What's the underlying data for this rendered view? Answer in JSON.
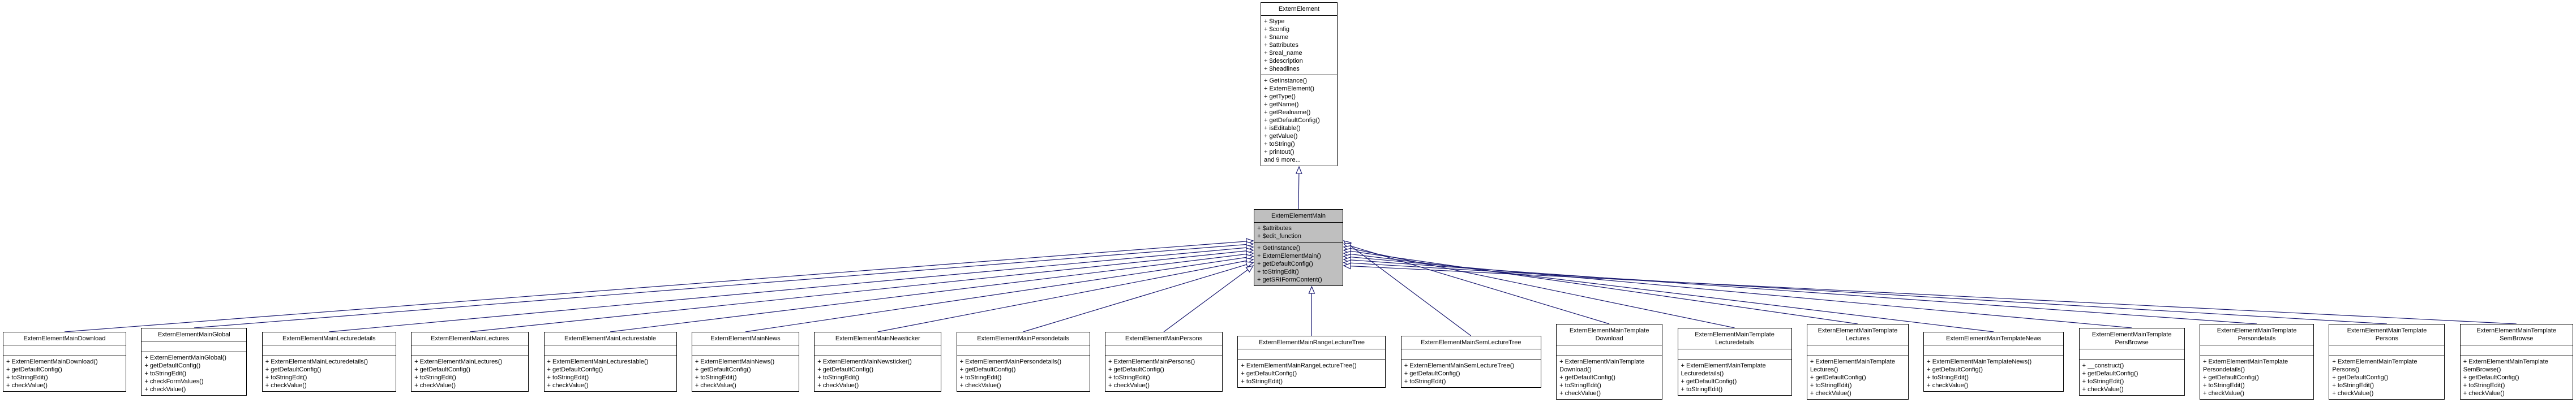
{
  "colors": {
    "edge_color": "#191970",
    "selected_fill": "#bfbfbf",
    "box_border": "#000000",
    "box_fill": "#ffffff"
  },
  "diagram": {
    "root_class": {
      "name": "ExternElement",
      "attributes": [
        "+ $type",
        "+ $config",
        "+ $name",
        "+ $attributes",
        "+ $real_name",
        "+ $description",
        "+ $headlines"
      ],
      "methods": [
        "+ GetInstance()",
        "+ ExternElement()",
        "+ getType()",
        "+ getName()",
        "+ getRealname()",
        "+ getDefaultConfig()",
        "+ isEditable()",
        "+ getValue()",
        "+ toString()",
        "+ printout()",
        "and 9 more..."
      ]
    },
    "main_class": {
      "name": "ExternElementMain",
      "attributes": [
        "+ $attributes",
        "+ $edit_function"
      ],
      "methods": [
        "+ GetInstance()",
        "+ ExternElementMain()",
        "+ getDefaultConfig()",
        "+ toStringEdit()",
        "+ getSRIFormContent()"
      ]
    },
    "subclasses": [
      {
        "name": "ExternElementMainDownload",
        "attributes": [],
        "methods": [
          "+ ExternElementMainDownload()",
          "+ getDefaultConfig()",
          "+ toStringEdit()",
          "+ checkValue()"
        ]
      },
      {
        "name": "ExternElementMainGlobal",
        "attributes": [],
        "methods": [
          "+ ExternElementMainGlobal()",
          "+ getDefaultConfig()",
          "+ toStringEdit()",
          "+ checkFormValues()",
          "+ checkValue()"
        ]
      },
      {
        "name": "ExternElementMainLecturedetails",
        "attributes": [],
        "methods": [
          "+ ExternElementMainLecturedetails()",
          "+ getDefaultConfig()",
          "+ toStringEdit()",
          "+ checkValue()"
        ]
      },
      {
        "name": "ExternElementMainLectures",
        "attributes": [],
        "methods": [
          "+ ExternElementMainLectures()",
          "+ getDefaultConfig()",
          "+ toStringEdit()",
          "+ checkValue()"
        ]
      },
      {
        "name": "ExternElementMainLecturestable",
        "attributes": [],
        "methods": [
          "+ ExternElementMainLecturestable()",
          "+ getDefaultConfig()",
          "+ toStringEdit()",
          "+ checkValue()"
        ]
      },
      {
        "name": "ExternElementMainNews",
        "attributes": [],
        "methods": [
          "+ ExternElementMainNews()",
          "+ getDefaultConfig()",
          "+ toStringEdit()",
          "+ checkValue()"
        ]
      },
      {
        "name": "ExternElementMainNewsticker",
        "attributes": [],
        "methods": [
          "+ ExternElementMainNewsticker()",
          "+ getDefaultConfig()",
          "+ toStringEdit()",
          "+ checkValue()"
        ]
      },
      {
        "name": "ExternElementMainPersondetails",
        "attributes": [],
        "methods": [
          "+ ExternElementMainPersondetails()",
          "+ getDefaultConfig()",
          "+ toStringEdit()",
          "+ checkValue()"
        ]
      },
      {
        "name": "ExternElementMainPersons",
        "attributes": [],
        "methods": [
          "+ ExternElementMainPersons()",
          "+ getDefaultConfig()",
          "+ toStringEdit()",
          "+ checkValue()"
        ]
      },
      {
        "name": "ExternElementMainRangeLectureTree",
        "attributes": [],
        "methods": [
          "+ ExternElementMainRangeLectureTree()",
          "+ getDefaultConfig()",
          "+ toStringEdit()"
        ]
      },
      {
        "name": "ExternElementMainSemLectureTree",
        "attributes": [],
        "methods": [
          "+ ExternElementMainSemLectureTree()",
          "+ getDefaultConfig()",
          "+ toStringEdit()"
        ]
      },
      {
        "name": "ExternElementMainTemplate\nDownload",
        "attributes": [],
        "methods": [
          "+ ExternElementMainTemplate\nDownload()",
          "+ getDefaultConfig()",
          "+ toStringEdit()",
          "+ checkValue()"
        ]
      },
      {
        "name": "ExternElementMainTemplate\nLecturedetails",
        "attributes": [],
        "methods": [
          "+ ExternElementMainTemplate\nLecturedetails()",
          "+ getDefaultConfig()",
          "+ toStringEdit()"
        ]
      },
      {
        "name": "ExternElementMainTemplate\nLectures",
        "attributes": [],
        "methods": [
          "+ ExternElementMainTemplate\nLectures()",
          "+ getDefaultConfig()",
          "+ toStringEdit()",
          "+ checkValue()"
        ]
      },
      {
        "name": "ExternElementMainTemplateNews",
        "attributes": [],
        "methods": [
          "+ ExternElementMainTemplateNews()",
          "+ getDefaultConfig()",
          "+ toStringEdit()",
          "+ checkValue()"
        ]
      },
      {
        "name": "ExternElementMainTemplate\nPersBrowse",
        "attributes": [],
        "methods": [
          "+ __construct()",
          "+ getDefaultConfig()",
          "+ toStringEdit()",
          "+ checkValue()"
        ]
      },
      {
        "name": "ExternElementMainTemplate\nPersondetails",
        "attributes": [],
        "methods": [
          "+ ExternElementMainTemplate\nPersondetails()",
          "+ getDefaultConfig()",
          "+ toStringEdit()",
          "+ checkValue()"
        ]
      },
      {
        "name": "ExternElementMainTemplate\nPersons",
        "attributes": [],
        "methods": [
          "+ ExternElementMainTemplate\nPersons()",
          "+ getDefaultConfig()",
          "+ toStringEdit()",
          "+ checkValue()"
        ]
      },
      {
        "name": "ExternElementMainTemplate\nSemBrowse",
        "attributes": [],
        "methods": [
          "+ ExternElementMainTemplate\nSemBrowse()",
          "+ getDefaultConfig()",
          "+ toStringEdit()",
          "+ checkValue()"
        ]
      }
    ]
  }
}
